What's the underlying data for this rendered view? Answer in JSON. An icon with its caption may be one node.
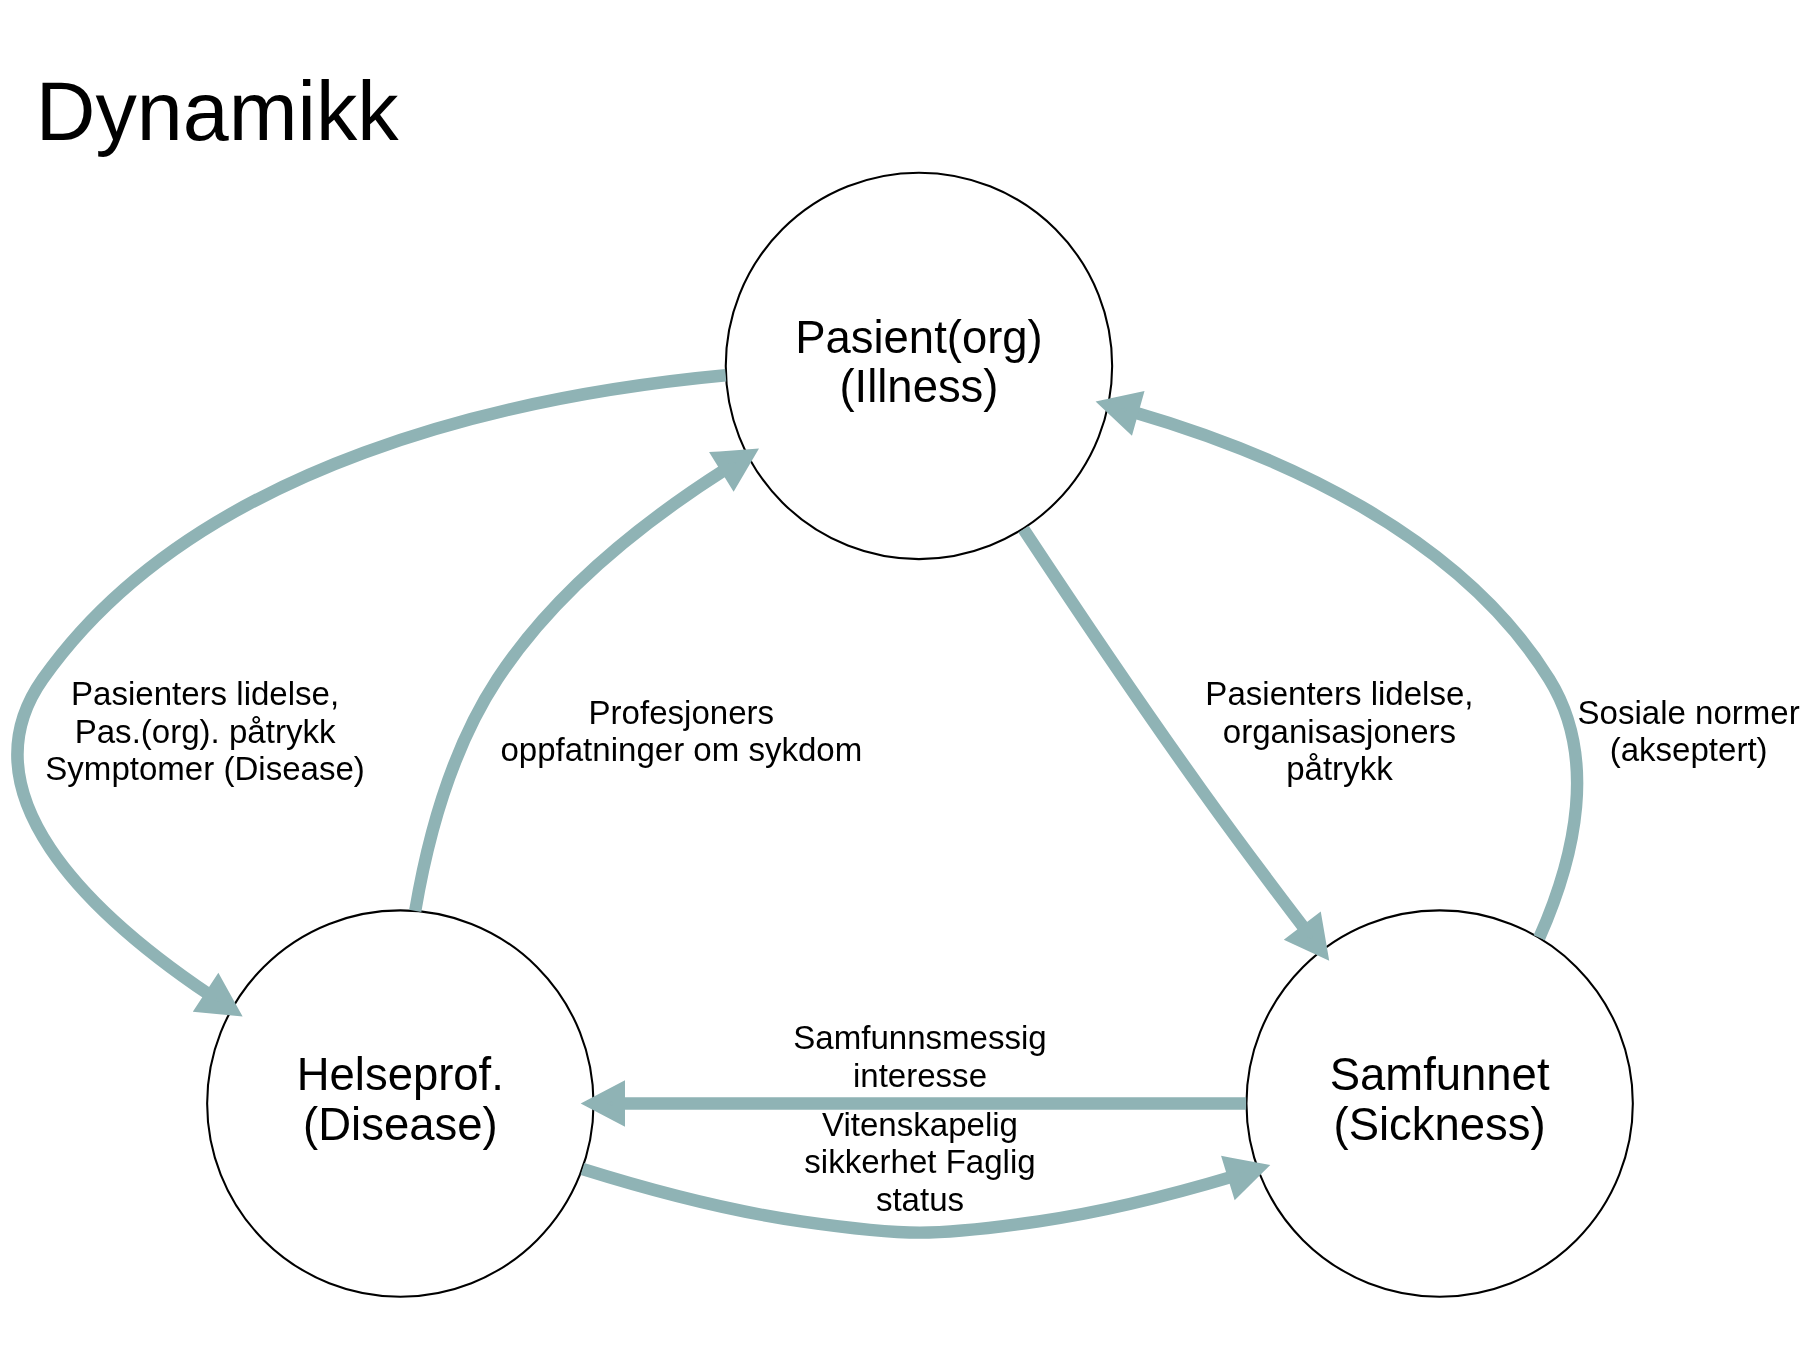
{
  "diagram": {
    "title": "Dynamikk",
    "nodes": [
      {
        "text": [
          "Pasient(org) (Illness)"
        ]
      },
      {
        "text": [
          "Helseprof. (Disease)"
        ]
      },
      {
        "text": [
          "Samfunnet (Sickness)"
        ]
      }
    ],
    "edges": [
      {
        "from": 1,
        "to": 0,
        "arrow": "to",
        "label": "Profesjoners oppfatninger om sykdom"
      },
      {
        "from": 0,
        "to": 1,
        "arrow": "to",
        "label": "Pasienters lidelse, Pas.(org). påtrykk Symptomer (Disease)"
      },
      {
        "from": 0,
        "to": 2,
        "arrow": "to",
        "label": "Pasienters lidelse, organisasjoners påtrykk"
      },
      {
        "from": 2,
        "to": 0,
        "arrow": "to",
        "label": "Sosiale normer (akseptert)"
      },
      {
        "from": 1,
        "to": 2,
        "arrow": "to",
        "label": "Vitenskapelig sikkerhet Faglig status"
      },
      {
        "from": 2,
        "to": 1,
        "arrow": "to",
        "label": "Samfunnsmessig interesse"
      }
    ]
  }
}
